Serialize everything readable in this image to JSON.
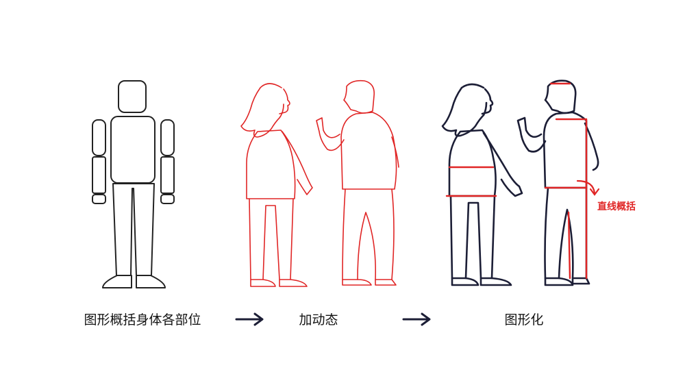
{
  "steps": [
    {
      "label": "图形概括身体各部位"
    },
    {
      "label": "加动态"
    },
    {
      "label": "图形化"
    }
  ],
  "annotation": {
    "label": "直线概括"
  },
  "colors": {
    "outline": "#222222",
    "sketch": "#e02525",
    "ink": "#1c1e36",
    "text": "#141414"
  },
  "icons": [
    "right-arrow-icon",
    "curved-arrow-icon"
  ]
}
